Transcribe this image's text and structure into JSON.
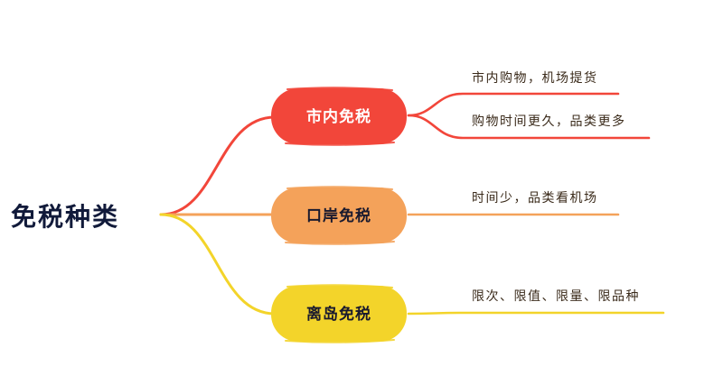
{
  "diagram": {
    "root": {
      "label": "免税种类"
    },
    "branches": [
      {
        "label": "市内免税",
        "color": "#f2463a",
        "text_color": "#ffffff",
        "leaves": [
          "市内购物，机场提货",
          "购物时间更久，品类更多"
        ]
      },
      {
        "label": "口岸免税",
        "color": "#f4a25a",
        "text_color": "#1a1a2e",
        "leaves": [
          "时间少，品类看机场"
        ]
      },
      {
        "label": "离岛免税",
        "color": "#f3d42a",
        "text_color": "#1a1a2e",
        "leaves": [
          "限次、限值、限量、限品种"
        ]
      }
    ],
    "colors": {
      "root_text": "#111a3a",
      "leaf_text": "#3a2a1a"
    }
  }
}
